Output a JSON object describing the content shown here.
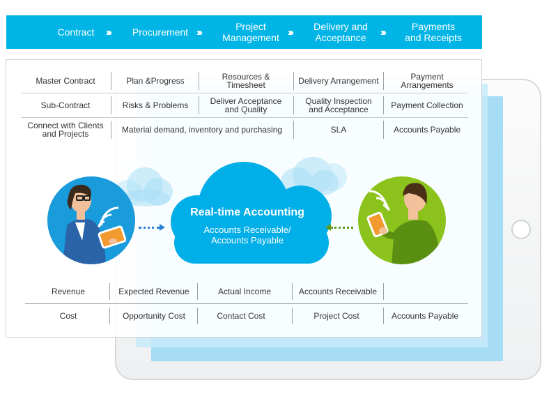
{
  "banner": {
    "steps": [
      "Contract",
      "Procurement",
      "Project\nManagement",
      "Delivery and\nAcceptance",
      "Payments\nand Receipts"
    ],
    "separator": "›››"
  },
  "grid": {
    "rows": [
      [
        "Master Contract",
        "Plan &Progress",
        "Resources &\nTimesheet",
        "Delivery Arrangement",
        "Payment\nArrangements"
      ],
      [
        "Sub-Contract",
        "Risks & Problems",
        "Deliver Acceptance\nand Quality",
        "Quality Inspection\nand Acceptance",
        "Payment Collection"
      ],
      [
        "Connect with Clients\nand Projects",
        "Material demand, inventory and purchasing",
        "SLA",
        "Accounts Payable"
      ]
    ]
  },
  "cloud": {
    "title": "Real-time Accounting",
    "subtitle": "Accounts Receivable/\nAccounts Payable"
  },
  "bottom": {
    "revenue_row": [
      "Revenue",
      "Expected Revenue",
      "Actual Income",
      "Accounts Receivable"
    ],
    "cost_row": [
      "Cost",
      "Opportunity Cost",
      "Contact Cost",
      "Project Cost",
      "Accounts Payable"
    ]
  },
  "icons": [
    "woman-with-tablet-icon",
    "man-with-tablet-icon",
    "wifi-signal-icon",
    "cloud-icon"
  ],
  "colors": {
    "banner": "#00b4e6",
    "cloud": "#00aee8",
    "left_circle": "#1a9bdc",
    "right_circle": "#8cc21c",
    "left_arrow": "#2b7fd0",
    "right_arrow": "#5f9b1a"
  }
}
